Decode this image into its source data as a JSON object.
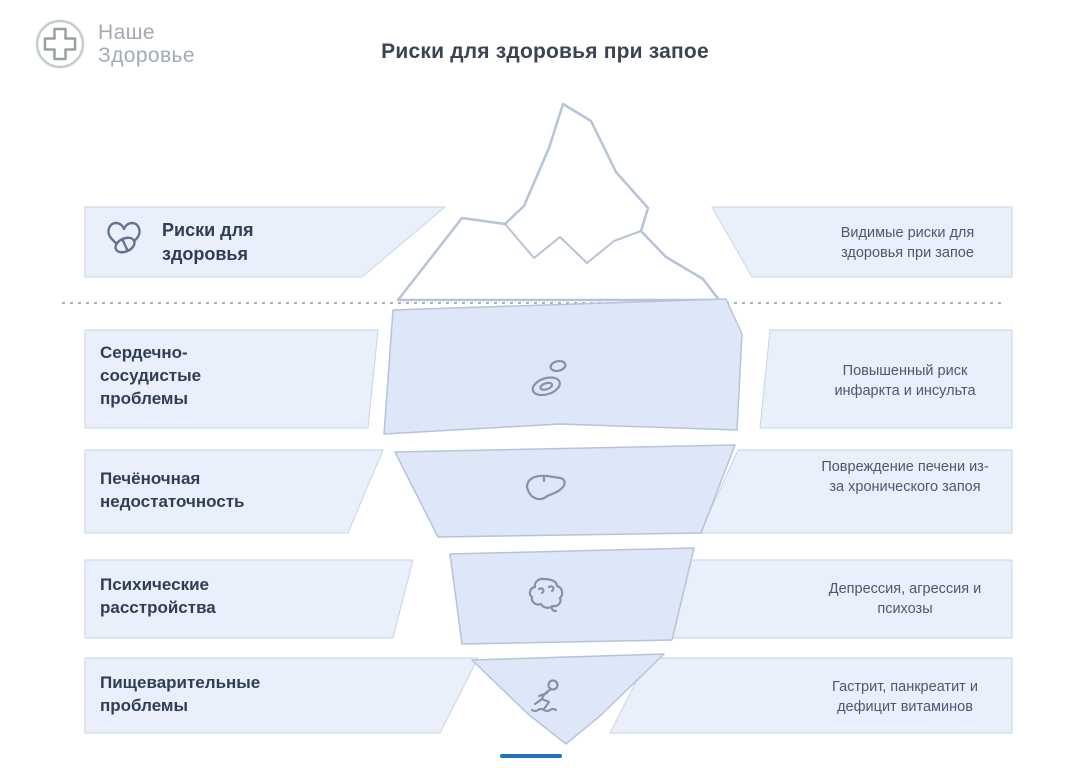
{
  "logo": {
    "line1": "Наше",
    "line2": "Здоровье"
  },
  "title": "Риски для здоровья при запое",
  "surface_row": {
    "left_label": "Риски для здоровья",
    "right_note": "Видимые риски для здоровья при запое"
  },
  "underwater_rows": [
    {
      "left_label": "Сердечно-сосудистые проблемы",
      "right_note": "Повышенный риск инфаркта и инсульта",
      "icon": "blood-cells-icon"
    },
    {
      "left_label": "Печёночная недостаточность",
      "right_note": "Повреждение печени из-за хронического запоя",
      "icon": "liver-icon"
    },
    {
      "left_label": "Психические расстройства",
      "right_note": "Депрессия, агрессия и психозы",
      "icon": "brain-icon"
    },
    {
      "left_label": "Пищеварительные проблемы",
      "right_note": "Гастрит, панкреатит и дефицит витаминов",
      "icon": "digestive-icon"
    }
  ],
  "colors": {
    "banner_fill": "#e9effb",
    "banner_border": "#c9d4e7",
    "iceberg_underwater_fill": "#dde7f8",
    "iceberg_outline": "#b6c3d8",
    "accent_line": "#2272b5",
    "title_text": "#3a4452",
    "label_text": "#2f3e55",
    "note_text": "#4d586e",
    "logo_text": "#a2aab4"
  }
}
